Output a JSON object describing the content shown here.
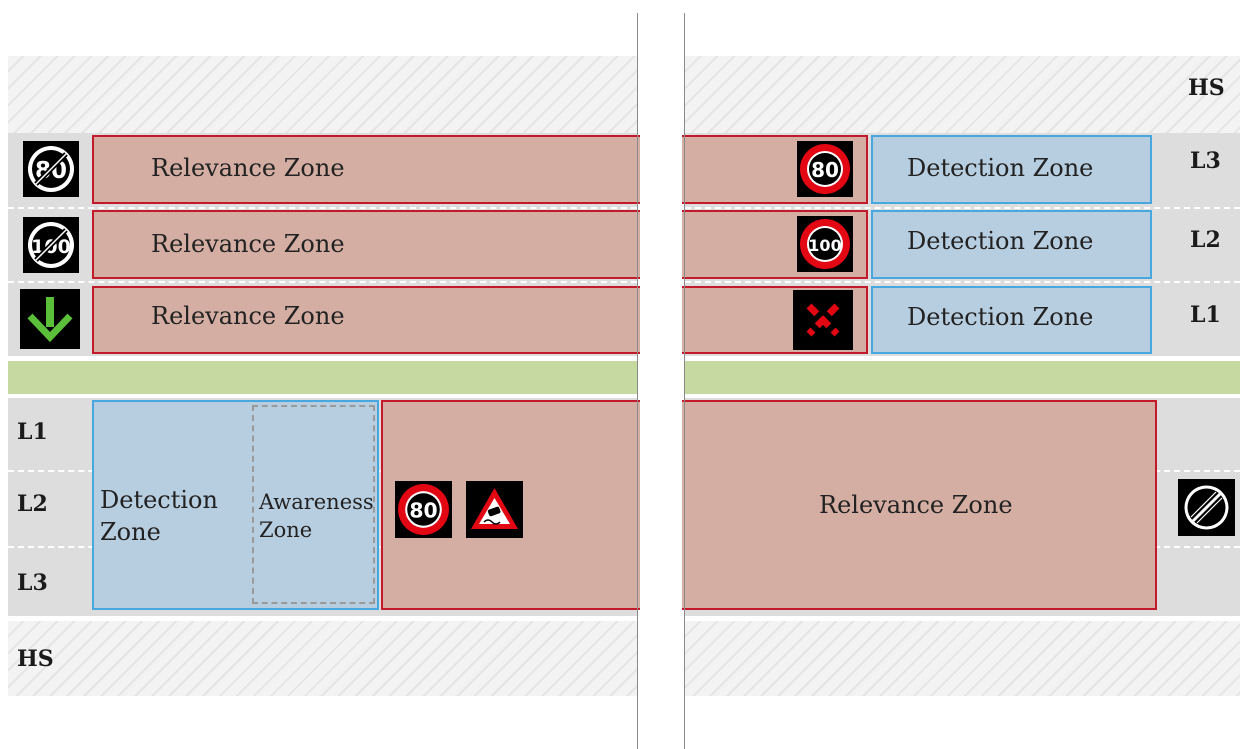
{
  "upper_roadway": {
    "shoulder_label": "HS",
    "lanes": [
      {
        "label": "L3",
        "relevance_label": "Relevance Zone",
        "detection_label": "Detection Zone",
        "start_sign": "end-speed-limit-80-sign-icon",
        "active_sign": "speed-limit-80-sign-icon",
        "active_sign_text": "80",
        "start_sign_text": "80"
      },
      {
        "label": "L2",
        "relevance_label": "Relevance Zone",
        "detection_label": "Detection Zone",
        "start_sign": "end-speed-limit-100-sign-icon",
        "active_sign": "speed-limit-100-sign-icon",
        "active_sign_text": "100",
        "start_sign_text": "100"
      },
      {
        "label": "L1",
        "relevance_label": "Relevance Zone",
        "detection_label": "Detection Zone",
        "start_sign": "green-down-arrow-icon",
        "active_sign": "red-x-lane-closed-icon"
      }
    ]
  },
  "lower_roadway": {
    "shoulder_label": "HS",
    "lane_labels": [
      "L1",
      "L2",
      "L3"
    ],
    "detection_label_line1": "Detection",
    "detection_label_line2": "Zone",
    "awareness_label_line1": "Awareness",
    "awareness_label_line2": "Zone",
    "relevance_label": "Relevance Zone",
    "sign_speed_text": "80",
    "signs": [
      "speed-limit-80-sign-icon",
      "slippery-road-warning-icon",
      "end-of-all-restrictions-icon"
    ]
  },
  "colors": {
    "relevance_fill": "#d4aea2",
    "relevance_border": "#c21a2b",
    "detection_fill": "#b7cde0",
    "detection_border": "#49a7e0",
    "median": "#c5d9a0",
    "road": "#dddddd",
    "sign_red": "#e30613",
    "arrow_green": "#5cbf3a"
  }
}
